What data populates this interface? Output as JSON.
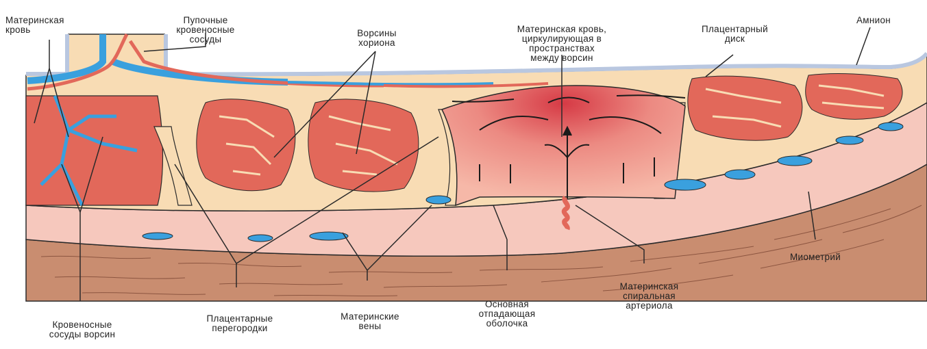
{
  "labels": {
    "maternal_blood": [
      "Материнская",
      "кровь"
    ],
    "umbilical_vessels": [
      "Пупочные",
      "кровеносные",
      "сосуды"
    ],
    "chorionic_villi": [
      "Ворсины",
      "хориона"
    ],
    "maternal_blood_circulating": [
      "Материнская кровь,",
      "циркулирующая в",
      "пространствах",
      "между ворсин"
    ],
    "placental_disc": [
      "Плацентарный",
      "диск"
    ],
    "amnion": [
      "Амнион"
    ],
    "myometrium": [
      "Миометрий"
    ],
    "spiral_arteriole": [
      "Материнская",
      "спиральная",
      "артериола"
    ],
    "decidua_basalis": [
      "Основная",
      "отпадающая",
      "оболочка"
    ],
    "maternal_veins": [
      "Материнские",
      "вены"
    ],
    "placental_septa": [
      "Плацентарные",
      "перегородки"
    ],
    "villi_vessels": [
      "Кровеносные",
      "сосуды ворсин"
    ]
  },
  "colors": {
    "myometrium": "#c98d70",
    "decidua": "#f6c8bd",
    "placenta": "#f8dcb4",
    "villus": "#e2685a",
    "vein": "#3aa0de",
    "amnion": "#b9c7e0",
    "outline": "#2a2a2a"
  }
}
